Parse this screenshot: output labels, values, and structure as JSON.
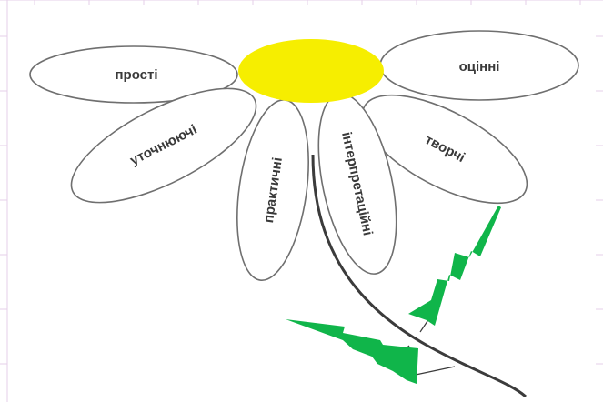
{
  "diagram": {
    "petals": {
      "prosti": "прості",
      "otsinni": "оцінні",
      "utochniuiuchi": "уточнюючі",
      "tvorchi": "творчі",
      "praktychni": "практичні",
      "interpretatsiini": "інтерпретаційні"
    },
    "colors": {
      "center": "#f6ee00",
      "petal_fill": "#ffffff",
      "petal_stroke": "#6f6f6f",
      "stem": "#3b3b3b",
      "leaf": "#10b54a",
      "grid": "#e6cfe8"
    }
  }
}
